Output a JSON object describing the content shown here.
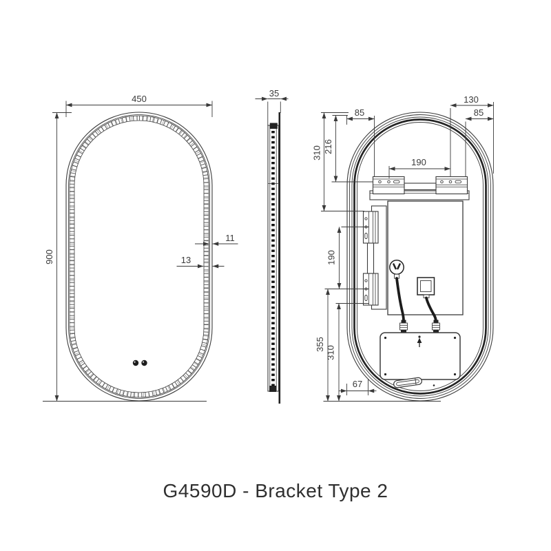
{
  "title": "G4590D - Bracket Type 2",
  "drawing": {
    "front_view": {
      "width": "450",
      "height": "900",
      "frame_lip": "11",
      "frame_band": "13"
    },
    "side_view": {
      "thickness": "35"
    },
    "back_view": {
      "bracket_hole_to_edge": "130",
      "edge_margin_right": "85",
      "edge_margin_left": "85",
      "top_to_bracket_hole": "216",
      "top_to_side_bracket": "310",
      "bracket_hole_spacing": "190",
      "side_bracket_hole_spacing": "190",
      "bottom_to_side_bracket": "355",
      "bottom_to_side_hole": "310",
      "cable_gland_offset": "67"
    }
  },
  "colors": {
    "background": "#ffffff",
    "line": "#3a3a3a",
    "dark_accent": "#232323",
    "title_text": "#2f2f2f"
  }
}
